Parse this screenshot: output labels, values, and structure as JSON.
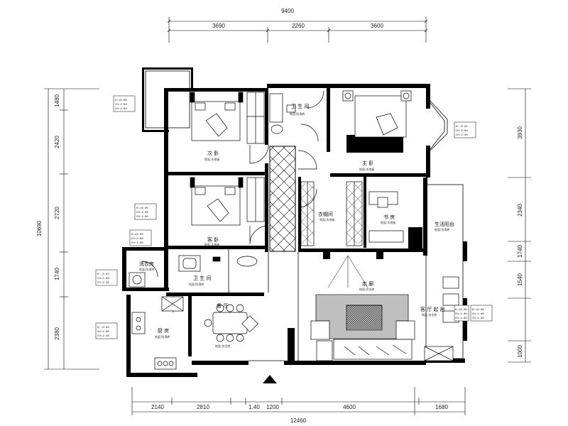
{
  "dimensions": {
    "top_total": "9400",
    "top_segments": [
      "3690",
      "2260",
      "3600"
    ],
    "bottom_total": "12460",
    "bottom_segments": [
      "2140",
      "2810",
      "1.40",
      "1200",
      "4600",
      "1680"
    ],
    "left_total": "10690",
    "left_segments": [
      "1480",
      "2420",
      "2720",
      "1740",
      "2380"
    ],
    "right_segments": [
      "3930",
      "2340",
      "1740",
      "1540",
      "1000"
    ]
  },
  "rooms": [
    {
      "key": "bedroom_nw",
      "name": "次 卧",
      "sub": "地面:木地板"
    },
    {
      "key": "bedroom_w",
      "name": "客 卧",
      "sub": "地面:木地板"
    },
    {
      "key": "master",
      "name": "主 卧",
      "sub": "地面:木地板"
    },
    {
      "key": "toilet_n",
      "name": "卫 生 间",
      "sub": "地面:防滑砖"
    },
    {
      "key": "bath_w",
      "name": "卫 生 间",
      "sub": "地面:防滑砖"
    },
    {
      "key": "laundry",
      "name": "洗衣房",
      "sub": "地面:防滑砖"
    },
    {
      "key": "kitchen",
      "name": "厨 房",
      "sub": "地面:防滑砖"
    },
    {
      "key": "dining",
      "name": "餐 厅",
      "sub": "地面:仿古砖"
    },
    {
      "key": "cloak",
      "name": "衣帽间",
      "sub": "地面:木地板"
    },
    {
      "key": "study",
      "name": "书 房",
      "sub": "地面:木地板"
    },
    {
      "key": "balcony",
      "name": "生活阳台",
      "sub": "地面:防滑砖"
    },
    {
      "key": "corridor",
      "name": "走 廊",
      "sub": "地面:仿古砖"
    },
    {
      "key": "living",
      "name": "客 厅 起 居",
      "sub": "地面:仿古砖"
    }
  ],
  "level_tags": [
    {
      "l1": "H:±0.00",
      "l2": "CH:2.80",
      "l3": "CH:2.60"
    },
    {
      "l1": "H:±0.00",
      "l2": "CH:2.80",
      "l3": "CH:2.60"
    },
    {
      "l1": "H:±0.00",
      "l2": "CH:2.80",
      "l3": "CH:2.60"
    },
    {
      "l1": "H:-0.02",
      "l2": "CH:2.60",
      "l3": "CH:2.40"
    },
    {
      "l1": "H:-0.02",
      "l2": "CH:2.60",
      "l3": "CH:2.40"
    },
    {
      "l1": "H:-0.02",
      "l2": "CH:2.60",
      "l3": "CH:2.40"
    },
    {
      "l1": "H:±0.00",
      "l2": "CH:2.80",
      "l3": "CH:2.60"
    },
    {
      "l1": "H:±0.00",
      "l2": "CH:2.80",
      "l3": "CH:2.60"
    }
  ]
}
